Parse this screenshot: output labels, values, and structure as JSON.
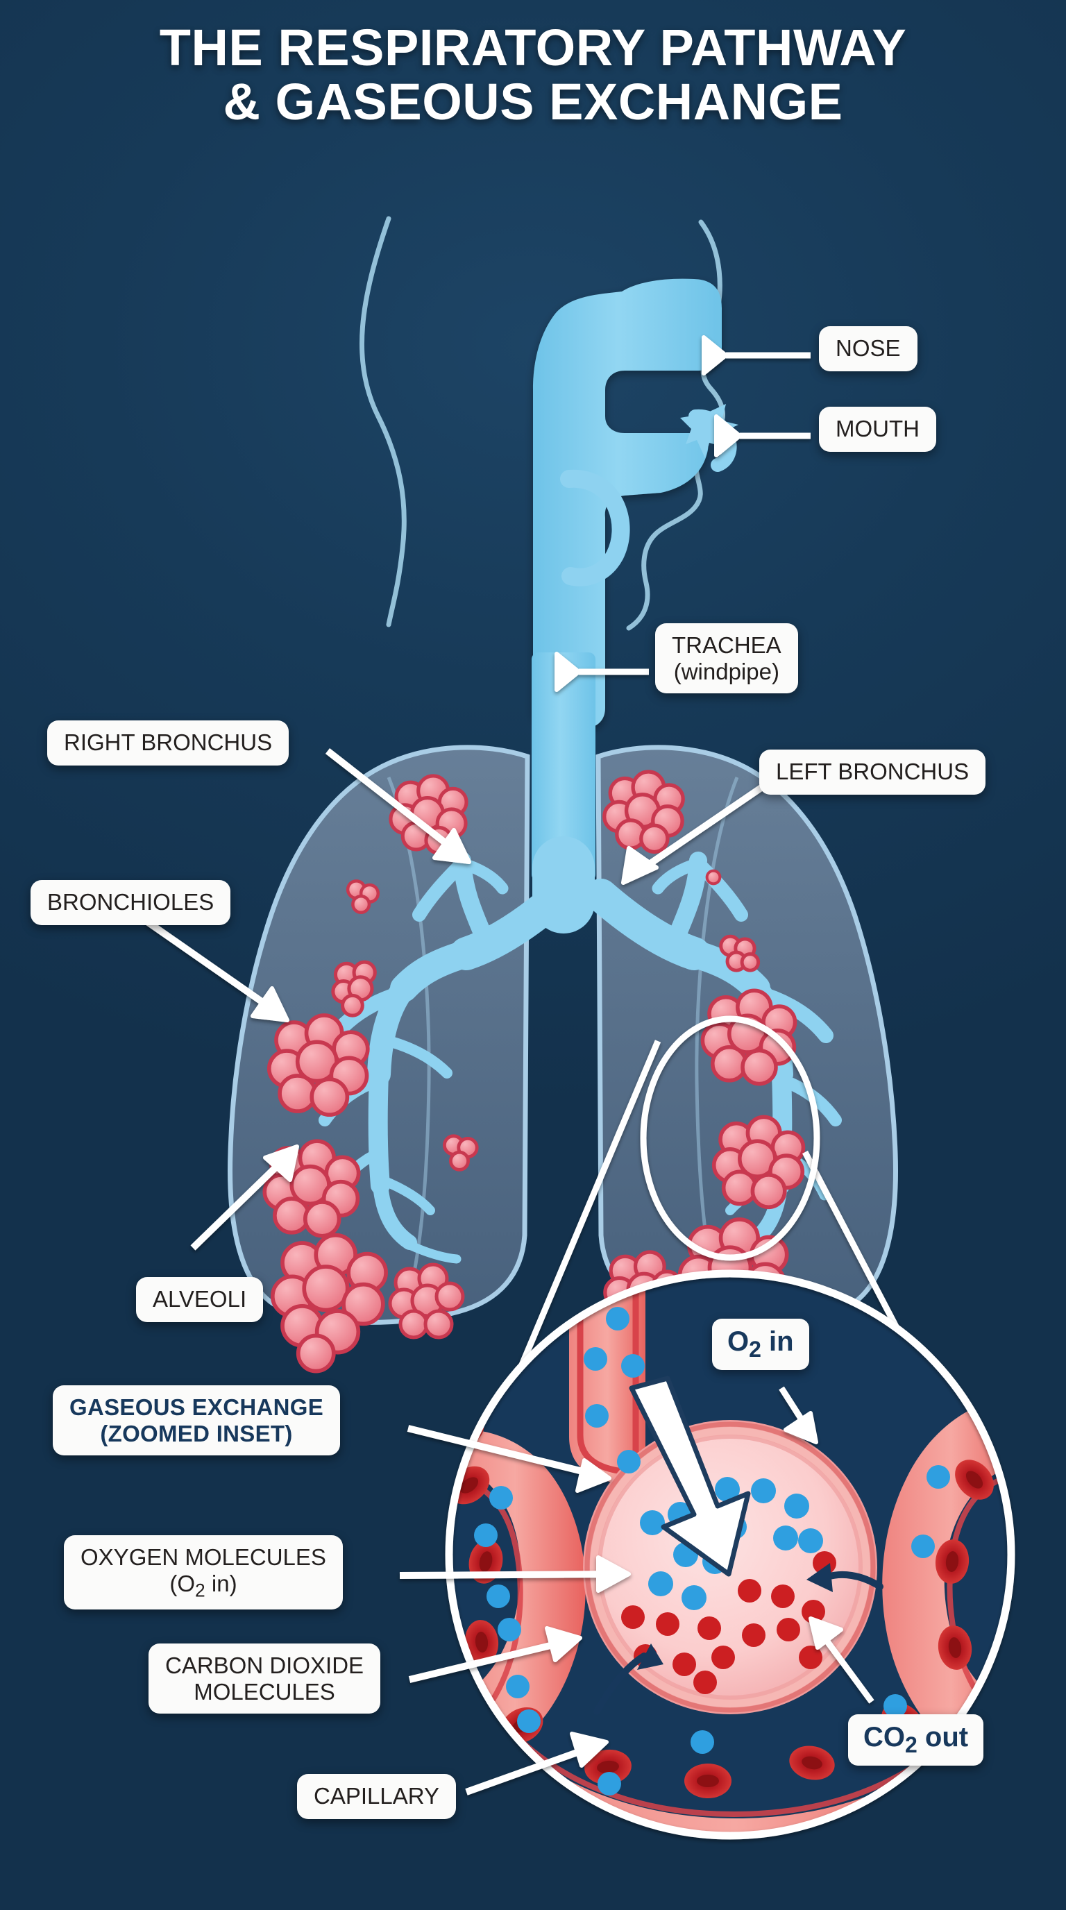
{
  "title": {
    "line1": "THE RESPIRATORY PATHWAY",
    "line2": "& GASEOUS EXCHANGE"
  },
  "colors": {
    "background": "#173a58",
    "airway_blue": "#8ed2f0",
    "airway_blue_dark": "#5fbde4",
    "lung_fill": "#6d8199",
    "alveoli_pink": "#f08b96",
    "alveoli_outline": "#c8384f",
    "capillary_red": "#e8605f",
    "capillary_wall": "#d8434a",
    "rbc_red": "#c21f27",
    "o2_dot_blue": "#2f9fe0",
    "co2_dot_red": "#cc1f22",
    "label_bg": "#fbfbfa",
    "label_text": "#231f1e",
    "label_text_navy": "#17385c",
    "leader_white": "#ffffff",
    "title_white": "#ffffff"
  },
  "labels": {
    "nose": "NOSE",
    "mouth": "MOUTH",
    "trachea_line1": "TRACHEA",
    "trachea_line2": "(windpipe)",
    "right_bronchus": "RIGHT BRONCHUS",
    "left_bronchus": "LEFT BRONCHUS",
    "bronchioles": "BRONCHIOLES",
    "alveoli": "ALVEOLI",
    "gaseous_exchange_line1": "GASEOUS EXCHANGE",
    "gaseous_exchange_line2": "(ZOOMED INSET)",
    "oxygen_line1": "OXYGEN MOLECULES",
    "oxygen_line2_pre": "(O",
    "oxygen_line2_sub": "2",
    "oxygen_line2_post": " in)",
    "carbon_dioxide_line1": "CARBON DIOXIDE",
    "carbon_dioxide_line2": "MOLECULES",
    "capillary": "CAPILLARY",
    "o2_in_pre": "O",
    "o2_in_sub": "2",
    "o2_in_post": " in",
    "co2_out_pre": "CO",
    "co2_out_sub": "2",
    "co2_out_post": " out"
  },
  "diagram": {
    "type": "anatomical-infographic",
    "subject": "human respiratory system",
    "parts": [
      "nose",
      "mouth",
      "trachea",
      "right bronchus",
      "left bronchus",
      "bronchioles",
      "alveoli",
      "capillary",
      "alveolar sac"
    ],
    "inset": {
      "title": "gaseous exchange",
      "oxygen_direction": "in",
      "carbon_dioxide_direction": "out",
      "o2_molecule_count": 28,
      "co2_molecule_count": 16,
      "red_blood_cell_count": 13
    },
    "alveoli_cluster_count": 14
  }
}
